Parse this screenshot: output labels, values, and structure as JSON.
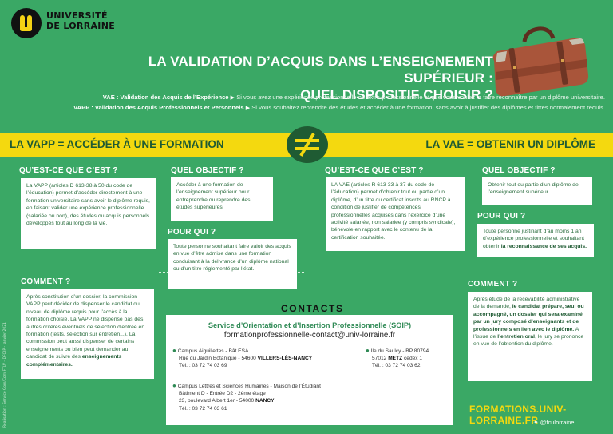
{
  "logo": {
    "line1": "UNIVERSITÉ",
    "line2": "DE LORRAINE"
  },
  "title": {
    "line1": "LA VALIDATION D’ACQUIS DANS L’ENSEIGNEMENT SUPÉRIEUR :",
    "line2": "QUEL DISPOSITIF CHOISIR ?"
  },
  "definitions": {
    "vae_label": "VAE : Validation des Acquis de l’Expérience",
    "vae_text": "Si vous avez une expérience professionnelle ou extra-professionnelle et que vous voulez la faire reconnaître par un diplôme universitaire.",
    "vapp_label": "VAPP : Validation des Acquis Professionnels et Personnels",
    "vapp_text": "Si vous souhaitez reprendre des études et accéder à une formation, sans avoir à justifier des diplômes et titres normalement requis."
  },
  "band": {
    "left": "LA VAPP = ACCÉDER À UNE FORMATION",
    "right": "LA VAE = OBTENIR UN DIPLÔME"
  },
  "vapp": {
    "what_title": "QU’EST-CE QUE C’EST ?",
    "what_text": "La VAPP (articles D 613-38 à 50 du code de l’éducation) permet d’accéder directement à une formation universitaire sans avoir le diplôme requis, en faisant valider une expérience professionnelle (salariée ou non), des études ou acquis personnels développés tout au long de la vie.",
    "goal_title": "QUEL OBJECTIF ?",
    "goal_text": "Accéder à une formation de l’enseignement supérieur pour entreprendre ou reprendre des études supérieures.",
    "who_title": "POUR QUI ?",
    "who_text": "Toute personne souhaitant faire valoir des acquis en vue d’être admise dans une formation conduisant à la délivrance d’un diplôme national ou d’un titre réglementé par l’état.",
    "how_title": "COMMENT ?",
    "how_text1": "Après constitution d’un dossier, la commission VAPP peut décider de dispenser le candidat du niveau de diplôme requis pour l’accès à la formation choisie. La VAPP ne dispense pas des autres critères éventuels de sélection d’entrée en formation (tests, sélection sur entretien...).",
    "how_text2": "La commission peut aussi dispenser de certains enseignements ou bien peut demander au candidat de suivre des",
    "how_text2_bold": "enseignements complémentaires."
  },
  "vae": {
    "what_title": "QU’EST-CE QUE C’EST ?",
    "what_text": "LA VAE (articles R 613-33 à 37 du code de l’éducation) permet d’obtenir tout ou partie d’un diplôme, d’un titre ou certificat inscrits au RNCP à condition de justifier de compétences professionnelles acquises dans l’exercice d’une activité salariée, non salariée (y compris syndicale), bénévole en rapport avec le contenu de la certification souhaitée.",
    "goal_title": "QUEL OBJECTIF ?",
    "goal_text": "Obtenir tout ou partie d’un diplôme de l’enseignement supérieur.",
    "who_title": "POUR QUI ?",
    "who_text": "Toute personne justifiant d’au moins 1 an d’expérience professionnelle et souhaitant obtenir",
    "who_text_bold": "la reconnaissance de ses acquis.",
    "how_title": "COMMENT ?",
    "how_text1": "Après étude de la recevabilité administrative de la demande,",
    "how_text_bold": "le candidat prépare, seul ou accompagné, un dossier qui sera examiné par un jury composé d’enseignants et de professionnels en lien avec le diplôme.",
    "how_text2": "A l’issue de",
    "how_text2_bold": "l’entretien oral",
    "how_text3": ", le jury se prononce en vue de l’obtention du diplôme."
  },
  "contacts": {
    "title": "CONTACTS",
    "service": "Service d’Orientation et d’Insertion Professionnelle (SOIP)",
    "email": "formationprofessionnelle-contact@univ-lorraine.fr",
    "addr1_l1": "Campus Aiguillettes - Bât ESA",
    "addr1_l2": "Rue du Jardin Botanique - 54600",
    "addr1_city": "VILLERS-LÈS-NANCY",
    "addr1_tel": "Tél. : 03 72 74 03 69",
    "addr2_l1": "Ile du Saulcy - BP 80794",
    "addr2_l2a": "57012",
    "addr2_city": "METZ",
    "addr2_l2b": "cedex 1",
    "addr2_tel": "Tél. : 03 72 74 03 62",
    "addr3_l1": "Campus Lettres et Sciences Humaines - Maison de l’Étudiant",
    "addr3_l2": "Bâtiment D - Entrée D2 - 2ème étage",
    "addr3_l3": "23, boulevard Albert 1er - 54000",
    "addr3_city": "NANCY",
    "addr3_tel": "Tél. : 03 72 74 03 61"
  },
  "footer": {
    "website": "FORMATIONS.UNIV-LORRAINE.FR",
    "twitter": "@fculorraine",
    "credits": "Réalisation : Service Com/Com FTLV - DFOIP - Janvier 2021"
  },
  "colors": {
    "background": "#3aa865",
    "band": "#f4d90f",
    "dark_green": "#1f5b33"
  }
}
